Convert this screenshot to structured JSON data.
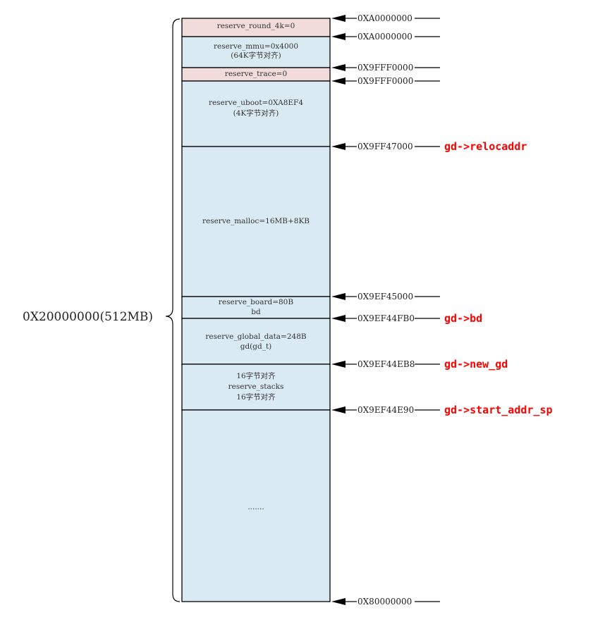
{
  "total_size_label": "0X20000000(512MB)",
  "colors": {
    "blue_region": "#daeaf2",
    "pink_region": "#f2dcdb",
    "pointer_text": "#ff0000"
  },
  "blocks": [
    {
      "id": "round-4k",
      "fill": "pink",
      "lines": [
        "reserve_round_4k=0"
      ]
    },
    {
      "id": "mmu",
      "fill": "blue",
      "lines": [
        "reserve_mmu=0x4000",
        "(64K字节对齐)"
      ]
    },
    {
      "id": "trace",
      "fill": "pink",
      "lines": [
        "reserve_trace=0"
      ]
    },
    {
      "id": "uboot",
      "fill": "blue",
      "lines": [
        "reserve_uboot=0XA8EF4",
        "(4K字节对齐)"
      ]
    },
    {
      "id": "malloc",
      "fill": "blue",
      "lines": [
        "reserve_malloc=16MB+8KB"
      ]
    },
    {
      "id": "board",
      "fill": "blue",
      "lines": [
        "reserve_board=80B",
        "bd"
      ]
    },
    {
      "id": "global-data",
      "fill": "blue",
      "lines": [
        "reserve_global_data=248B",
        "gd(gd_t)"
      ]
    },
    {
      "id": "stacks",
      "fill": "blue",
      "lines": [
        "16字节对齐",
        "reserve_stacks",
        "16字节对齐"
      ]
    },
    {
      "id": "free",
      "fill": "blue",
      "lines": [
        "......."
      ]
    }
  ],
  "addresses": [
    {
      "label": "0XA0000000",
      "pointer": ""
    },
    {
      "label": "0XA0000000",
      "pointer": ""
    },
    {
      "label": "0X9FFF0000",
      "pointer": ""
    },
    {
      "label": "0X9FFF0000",
      "pointer": ""
    },
    {
      "label": "0X9FF47000",
      "pointer": "gd->relocaddr"
    },
    {
      "label": "0X9EF45000",
      "pointer": ""
    },
    {
      "label": "0X9EF44FB0",
      "pointer": "gd->bd"
    },
    {
      "label": "0X9EF44EB8",
      "pointer": "gd->new_gd"
    },
    {
      "label": "0X9EF44E90",
      "pointer": "gd->start_addr_sp"
    },
    {
      "label": "0X80000000",
      "pointer": ""
    }
  ]
}
